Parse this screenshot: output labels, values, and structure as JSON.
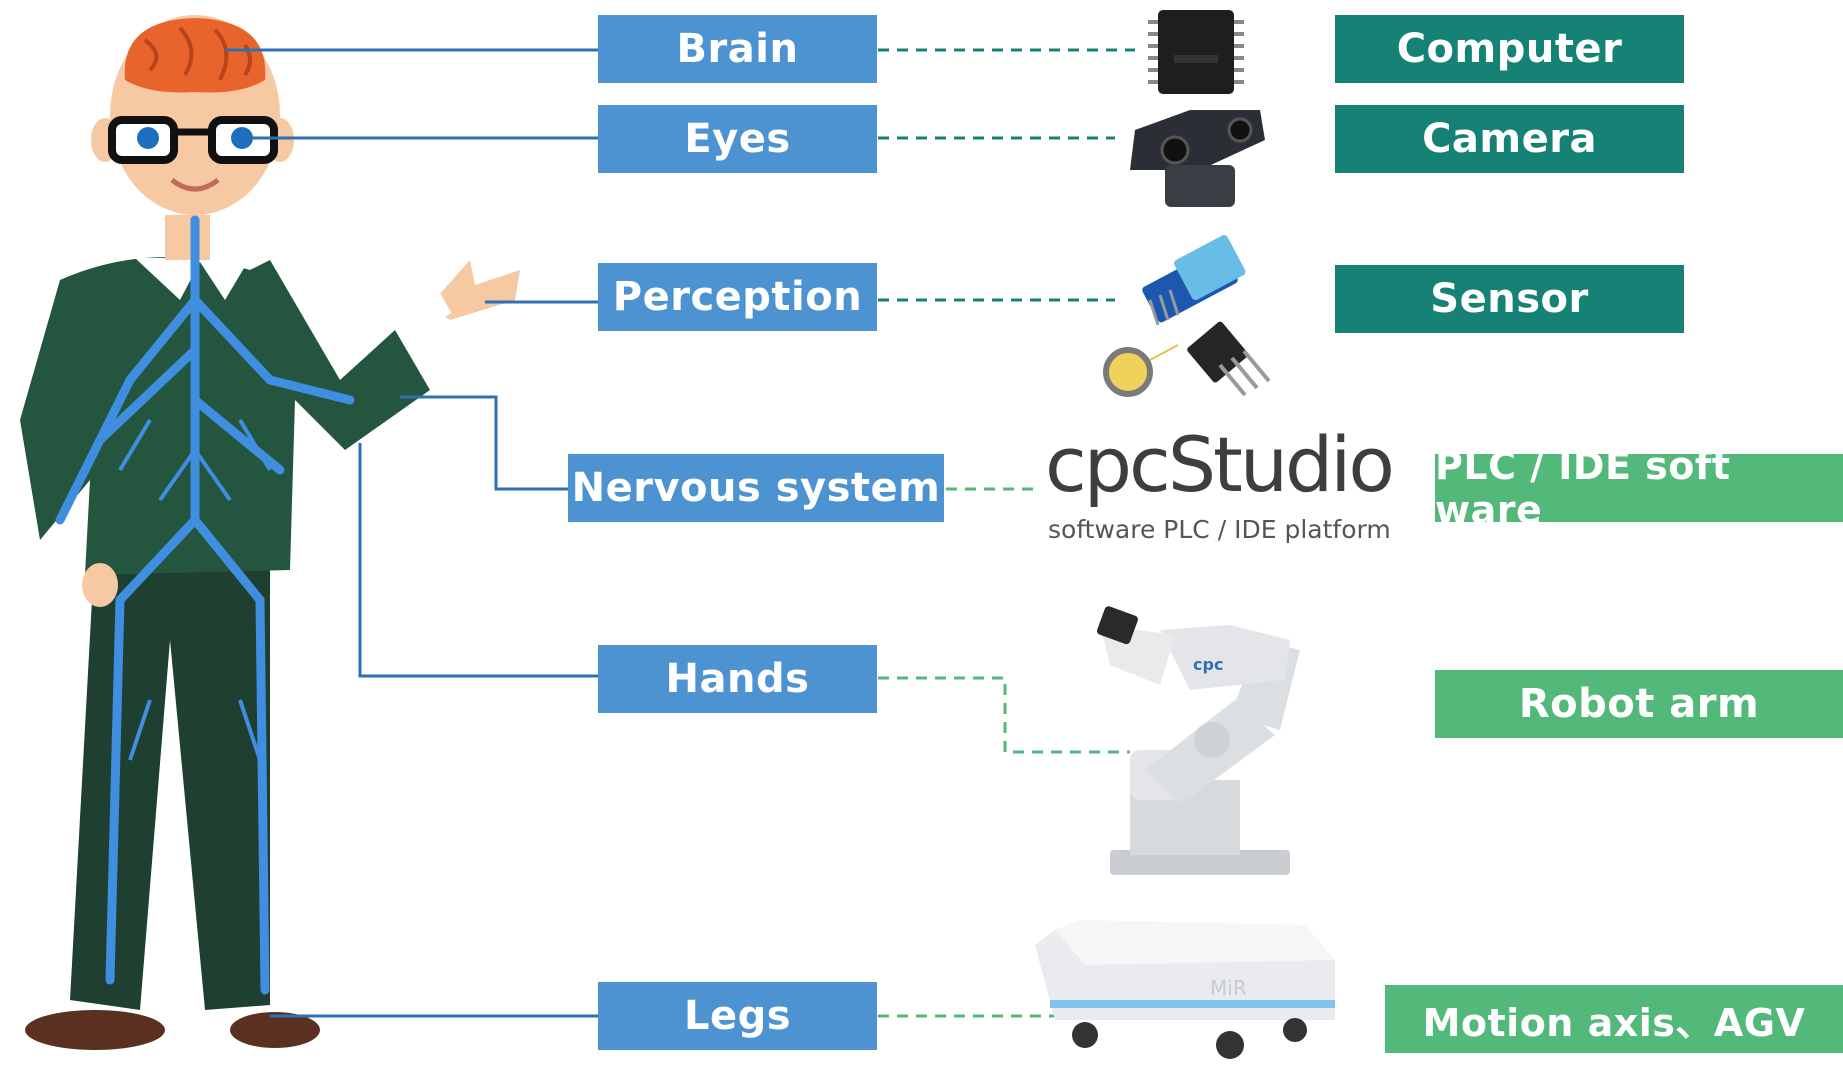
{
  "human_parts": {
    "brain": "Brain",
    "eyes": "Eyes",
    "perception": "Perception",
    "nervous": "Nervous system",
    "hands": "Hands",
    "legs": "Legs"
  },
  "machine_parts": {
    "computer": "Computer",
    "camera": "Camera",
    "sensor": "Sensor",
    "plc": "PLC / IDE soft ware",
    "robot_arm": "Robot arm",
    "motion": "Motion axis、AGV"
  },
  "software_logo": {
    "name": "cpcStudio",
    "tagline": "software PLC / IDE platform"
  },
  "robot_brand": "cpc",
  "agv_brand": "MiR",
  "colors": {
    "human_box": "#4d93d1",
    "teal_box": "#168276",
    "green_box": "#52b97a",
    "link_line": "#2f6fb3",
    "teal_dash": "#168276",
    "green_dash": "#52b97a"
  }
}
